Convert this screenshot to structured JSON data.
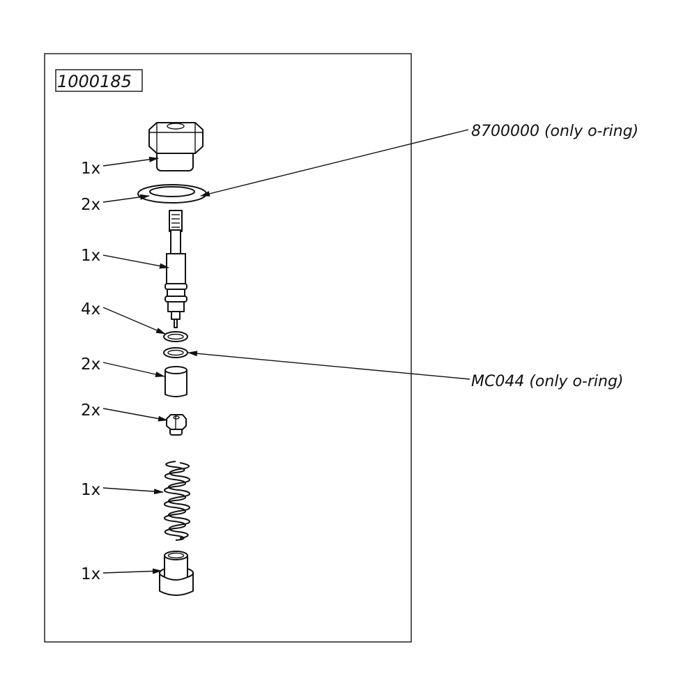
{
  "diagram": {
    "part_number": "1000185",
    "callouts": [
      {
        "id": "cap",
        "qty": "1x"
      },
      {
        "id": "washer",
        "qty": "2x"
      },
      {
        "id": "stem",
        "qty": "1x"
      },
      {
        "id": "small-oring",
        "qty": "4x"
      },
      {
        "id": "sleeve",
        "qty": "2x"
      },
      {
        "id": "nut",
        "qty": "2x"
      },
      {
        "id": "spring",
        "qty": "1x"
      },
      {
        "id": "seat",
        "qty": "1x"
      }
    ],
    "references": [
      {
        "id": "washer-ref",
        "text": "8700000 (only o-ring)"
      },
      {
        "id": "oring-ref",
        "text": "MC044 (only o-ring)"
      }
    ]
  }
}
